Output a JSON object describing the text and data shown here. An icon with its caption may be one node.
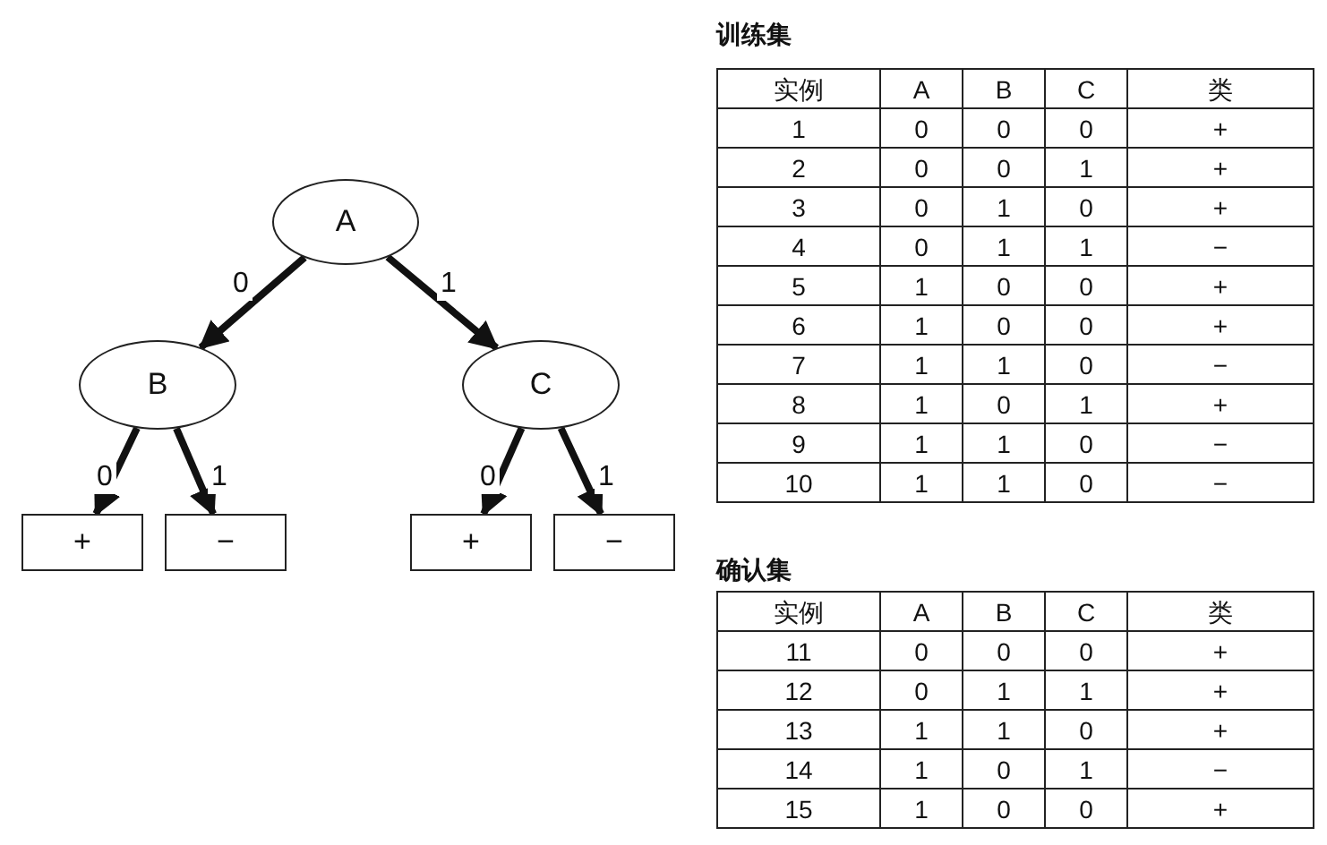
{
  "diagram": {
    "nodes": [
      {
        "text": [
          "A"
        ]
      },
      {
        "text": [
          "B"
        ]
      },
      {
        "text": [
          "C"
        ]
      },
      {
        "text": [
          "+"
        ]
      },
      {
        "text": [
          "−"
        ]
      },
      {
        "text": [
          "+"
        ]
      },
      {
        "text": [
          "−"
        ]
      }
    ],
    "edges": [
      {
        "from": 0,
        "to": 1,
        "arrow": "to",
        "label": "0"
      },
      {
        "from": 0,
        "to": 2,
        "arrow": "to",
        "label": "1"
      },
      {
        "from": 1,
        "to": 3,
        "arrow": "to",
        "label": "0"
      },
      {
        "from": 1,
        "to": 4,
        "arrow": "to",
        "label": "1"
      },
      {
        "from": 2,
        "to": 5,
        "arrow": "to",
        "label": "0"
      },
      {
        "from": 2,
        "to": 6,
        "arrow": "to",
        "label": "1"
      }
    ],
    "labels": [
      "训练集",
      "实例",
      "A",
      "B",
      "C",
      "类",
      "1",
      "0",
      "0",
      "0",
      "+",
      "2",
      "0",
      "0",
      "1",
      "+",
      "3",
      "0",
      "1",
      "0",
      "+",
      "4",
      "0",
      "1",
      "1",
      "−",
      "5",
      "1",
      "0",
      "0",
      "+",
      "6",
      "1",
      "0",
      "0",
      "+",
      "7",
      "1",
      "1",
      "0",
      "−",
      "8",
      "1",
      "0",
      "1",
      "+",
      "9",
      "1",
      "1",
      "0",
      "−",
      "10",
      "1",
      "1",
      "0",
      "−",
      "确认集",
      "实例",
      "A",
      "B",
      "C",
      "类",
      "11",
      "0",
      "0",
      "0",
      "+",
      "12",
      "0",
      "1",
      "1",
      "+",
      "13",
      "1",
      "1",
      "0",
      "+",
      "14",
      "1",
      "0",
      "1",
      "−",
      "15",
      "1",
      "0",
      "0",
      "+"
    ]
  }
}
